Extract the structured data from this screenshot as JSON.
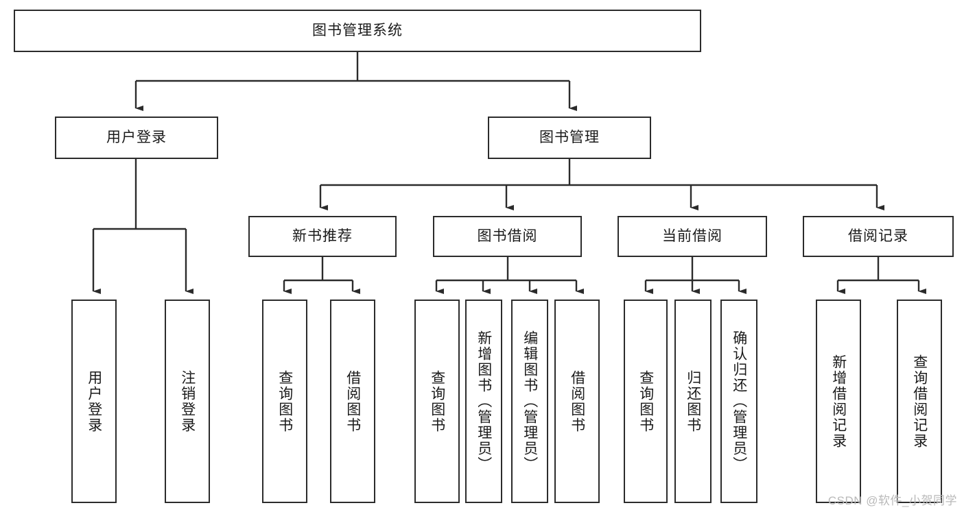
{
  "diagram": {
    "type": "hierarchy-tree",
    "title": "图书管理系统",
    "levels": {
      "root": {
        "label": "图书管理系统"
      },
      "level2": [
        {
          "id": "user-login",
          "label": "用户登录"
        },
        {
          "id": "book-manage",
          "label": "图书管理"
        }
      ],
      "level3": [
        {
          "id": "new-book-rec",
          "label": "新书推荐",
          "parent": "book-manage"
        },
        {
          "id": "book-borrow",
          "label": "图书借阅",
          "parent": "book-manage"
        },
        {
          "id": "current-borrow",
          "label": "当前借阅",
          "parent": "book-manage"
        },
        {
          "id": "borrow-record",
          "label": "借阅记录",
          "parent": "book-manage"
        }
      ],
      "leaves": [
        {
          "id": "leaf-user-login",
          "label": "用户登录",
          "parent": "user-login"
        },
        {
          "id": "leaf-logout",
          "label": "注销登录",
          "parent": "user-login"
        },
        {
          "id": "leaf-query-book-1",
          "label": "查询图书",
          "parent": "new-book-rec"
        },
        {
          "id": "leaf-borrow-book-1",
          "label": "借阅图书",
          "parent": "new-book-rec"
        },
        {
          "id": "leaf-query-book-2",
          "label": "查询图书",
          "parent": "book-borrow"
        },
        {
          "id": "leaf-add-book",
          "label": "新增图书（管理员）",
          "parent": "book-borrow"
        },
        {
          "id": "leaf-edit-book",
          "label": "编辑图书（管理员）",
          "parent": "book-borrow"
        },
        {
          "id": "leaf-borrow-book-2",
          "label": "借阅图书",
          "parent": "book-borrow"
        },
        {
          "id": "leaf-query-book-3",
          "label": "查询图书",
          "parent": "current-borrow"
        },
        {
          "id": "leaf-return-book",
          "label": "归还图书",
          "parent": "current-borrow"
        },
        {
          "id": "leaf-confirm-return",
          "label": "确认归还（管理员）",
          "parent": "current-borrow"
        },
        {
          "id": "leaf-add-record",
          "label": "新增借阅记录",
          "parent": "borrow-record"
        },
        {
          "id": "leaf-query-record",
          "label": "查询借阅记录",
          "parent": "borrow-record"
        }
      ]
    },
    "colors": {
      "stroke": "#2b2b2b",
      "fill": "#ffffff",
      "text": "#1a1a1a",
      "watermark": "#b9b9b9"
    }
  },
  "watermark": {
    "text": "CSDN @软件_小贺同学"
  }
}
